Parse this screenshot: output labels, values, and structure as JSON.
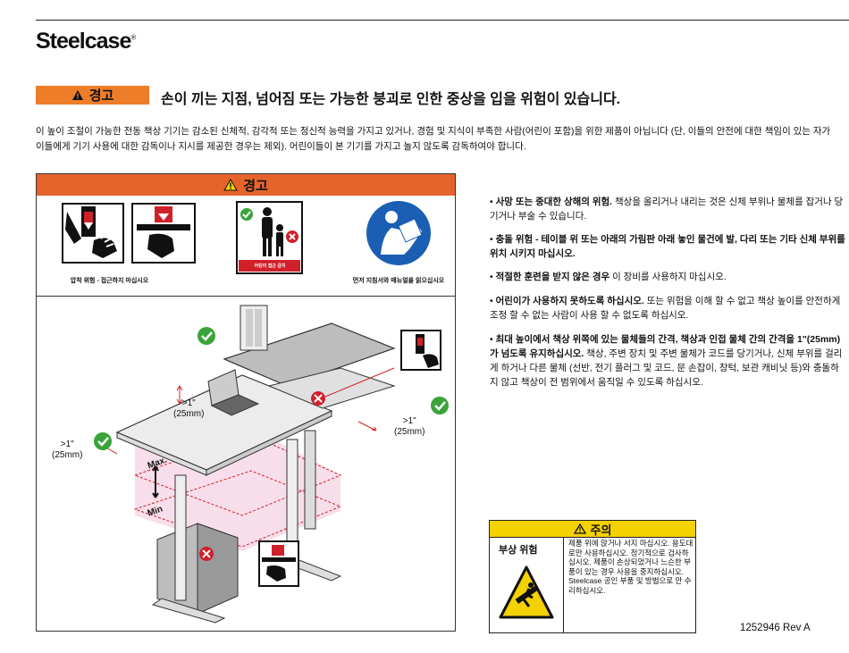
{
  "brand": "Steelcase",
  "brand_mark": "®",
  "warning_label": "경고",
  "warning_headline": "손이 끼는 지점, 넘어짐 또는 가능한 붕괴로 인한 중상을 입을 위험이 있습니다.",
  "intro_text": "이 높이 조절이 가능한 전동 책상 기기는 감소된 신체적, 감각적 또는 정신적 능력을 가지고 있거나, 경험 및 지식이 부족한 사람(어린이 포함)을 위한 제품이 아닙니다 (단, 이들의 안전에 대한 책임이 있는 자가 이들에게 기기 사용에 대한 감독이나 지시를 제공한 경우는 제외). 어린이들이 본 기기를 가지고 놀지 않도록 감독하여야 합니다.",
  "panel": {
    "title": "경고",
    "pinch_caption": "압착 위험 - 접근하지 마십시오",
    "child_sign_text": "어린이 접근 금지",
    "manual_caption": "먼저 지침서와 매뉴얼을 읽으십시오"
  },
  "diagram": {
    "clearance_top": ">1\"",
    "clearance_top_mm": "(25mm)",
    "clearance_right": ">1\"",
    "clearance_right_mm": "(25mm)",
    "clearance_left": ">1\"",
    "clearance_left_mm": "(25mm)",
    "max_label": "Max.",
    "min_label": "Min"
  },
  "bullets": [
    {
      "bold": "사망 또는 중대한 상해의 위험.",
      "text": " 책상을 올리거나 내리는 것은 신체 부위나 물체를 잡거나 당기거나 부술 수 있습니다."
    },
    {
      "bold": "충돌 위험 - 테이블 위 또는 아래의 가림판 아래 놓인 물건에 발, 다리 또는 기타 신체 부위를 위치 시키지 마십시오.",
      "text": ""
    },
    {
      "bold": "적절한 훈련을 받지 않은 경우",
      "text": " 이 장비를 사용하지 마십시오."
    },
    {
      "bold": "어린이가 사용하지 못하도록 하십시오.",
      "text": " 또는 위험을 이해 할 수 없고 책상 높이를 안전하게 조정 할 수 없는 사람이 사용 할 수 없도록 하십시오."
    },
    {
      "bold": "최대 높이에서 책상 위쪽에 있는 물체들의 간격, 책상과 인접 물체 간의 간격을 1\"(25mm)가 넘도록 유지하십시오.",
      "text": " 책상, 주변 장치 및 주변 물체가 코드를 당기거나, 신체 부위를 걸리게 하거나 다른 물체 (선반, 전기 플러그 및 코드, 문 손잡이, 창턱, 보관 캐비닛 등)와 충돌하지 않고 책상이 전 범위에서 움직일 수 있도록 하십시오."
    }
  ],
  "caution": {
    "title": "주의",
    "risk_label": "부상 위험",
    "text": "제품 위에 앉거나 서지 마십시오. 용도대로만 사용하십시오. 정기적으로 검사하십시오. 제품이 손상되었거나 느슨한 부품이 있는 경우 사용을 중지하십시오. Steelcase 공인 부품 및 방법으로 만 수리하십시오."
  },
  "doc_number": "1252946 Rev A",
  "colors": {
    "warning_orange": "#e5642b",
    "caution_yellow": "#f4d100",
    "check_green": "#3aa43a",
    "pinch_red": "#d0202a",
    "manual_blue": "#1a5fb4"
  }
}
